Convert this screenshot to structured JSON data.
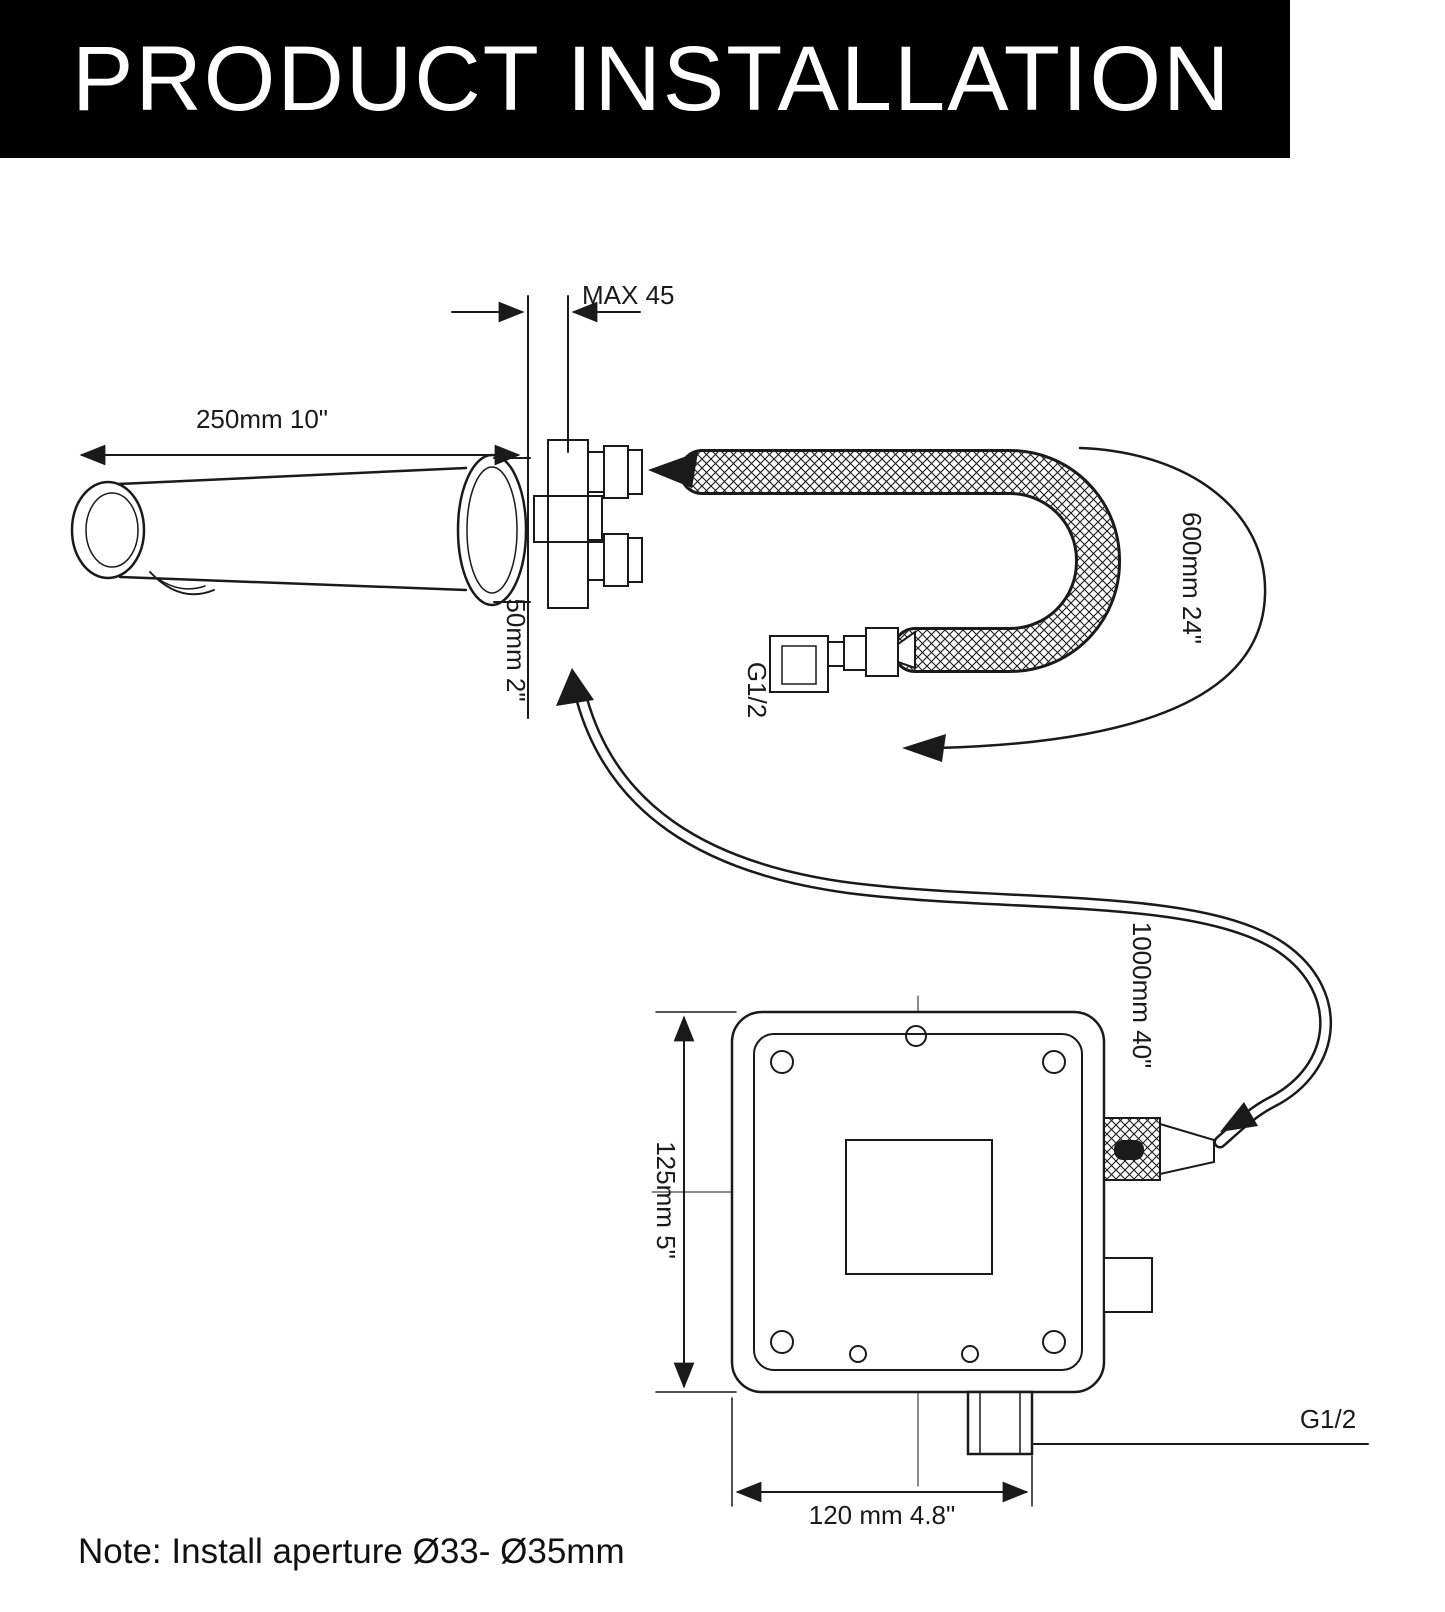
{
  "header": {
    "title": "PRODUCT INSTALLATION"
  },
  "labels": {
    "max_wall": "MAX 45",
    "spout_length": "250mm 10\"",
    "wall_gap": "50mm 2\"",
    "hose_length": "600mm 24\"",
    "thread_upper": "G1/2",
    "cable_length": "1000mm 40\"",
    "box_height": "125mm 5\"",
    "box_width": "120 mm 4.8\"",
    "thread_lower": "G1/2"
  },
  "note": "Note: Install aperture Ø33- Ø35mm",
  "colors": {
    "line": "#1a1a1a",
    "banner_bg": "#000000",
    "banner_fg": "#ffffff"
  }
}
